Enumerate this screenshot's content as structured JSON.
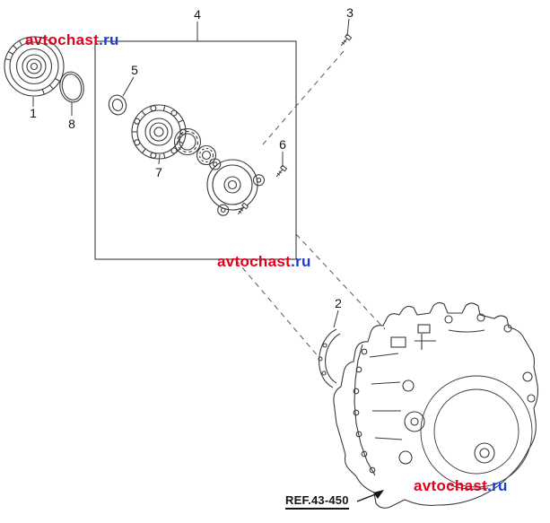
{
  "diagram": {
    "callouts": {
      "c1": "1",
      "c2": "2",
      "c3": "3",
      "c4": "4",
      "c5": "5",
      "c6": "6",
      "c7": "7",
      "c8": "8"
    },
    "ref_link": "REF.43-450"
  },
  "watermarks": [
    {
      "brand": "avtochast",
      "tld": ".ru"
    },
    {
      "brand": "avtochast",
      "tld": ".ru"
    },
    {
      "brand": "avtochast",
      "tld": ".ru"
    }
  ],
  "colors": {
    "watermark_brand": "#e3001b",
    "watermark_tld": "#1e3ccc",
    "line": "#3a3a3a"
  }
}
